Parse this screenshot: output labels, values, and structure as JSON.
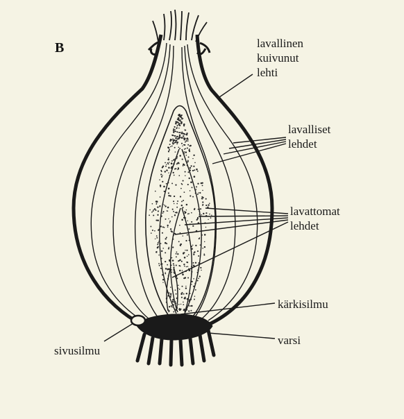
{
  "figure": {
    "panel_letter": "B",
    "labels": {
      "dry_leaf": [
        "lavallinen",
        "kuivunut",
        "lehti"
      ],
      "bladed_leaves": [
        "lavalliset",
        "lehdet"
      ],
      "bladeless_leaves": [
        "lavattomat",
        "lehdet"
      ],
      "apical_bud": "kärkisilmu",
      "lateral_bud": "sivusilmu",
      "stem": "varsi"
    },
    "colors": {
      "ink": "#1a1a1a",
      "paper": "#f5f3e4"
    }
  }
}
